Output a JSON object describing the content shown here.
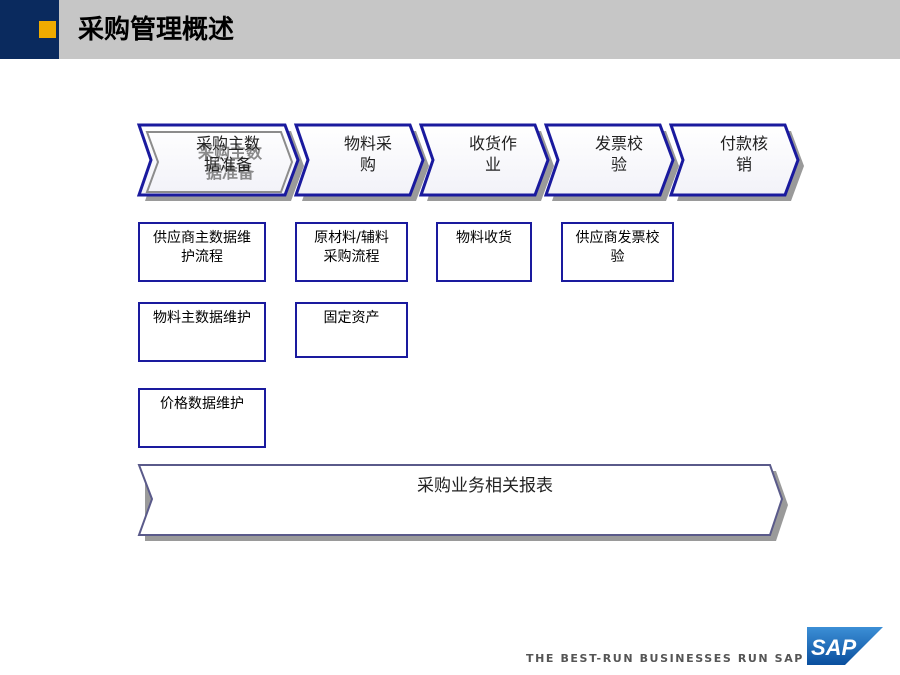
{
  "header": {
    "title": "采购管理概述"
  },
  "process_steps": [
    {
      "label": "采购主数据准备",
      "label_lines": [
        "采购主数",
        "据准备"
      ]
    },
    {
      "label": "物料采购",
      "label_lines": [
        "物料采",
        "购"
      ]
    },
    {
      "label": "收货作业",
      "label_lines": [
        "收货作",
        "业"
      ]
    },
    {
      "label": "发票校验",
      "label_lines": [
        "发票校",
        "验"
      ]
    },
    {
      "label": "付款核销",
      "label_lines": [
        "付款核",
        "销"
      ]
    }
  ],
  "ghost_label_lines": [
    "采购主数",
    "据准备"
  ],
  "sub_items": {
    "col1": [
      {
        "lines": [
          "供应商主数据维",
          "护流程"
        ]
      },
      {
        "lines": [
          "物料主数据维护"
        ]
      },
      {
        "lines": [
          "价格数据维护"
        ]
      }
    ],
    "col2": [
      {
        "lines": [
          "原材料/辅料",
          "采购流程"
        ]
      },
      {
        "lines": [
          "固定资产"
        ]
      }
    ],
    "col3": [
      {
        "lines": [
          "物料收货"
        ]
      }
    ],
    "col4": [
      {
        "lines": [
          "供应商发票校",
          "验"
        ]
      }
    ]
  },
  "report_bar": {
    "label": "采购业务相关报表"
  },
  "footer": {
    "tagline": "THE BEST-RUN BUSINESSES RUN SAP",
    "logo_text": "SAP"
  },
  "colors": {
    "header_gray": "#c6c6c6",
    "navy": "#0a2a5e",
    "orange": "#f0ab00",
    "box_border": "#1a1a9e",
    "sap_blue": "#0a5fb0"
  }
}
